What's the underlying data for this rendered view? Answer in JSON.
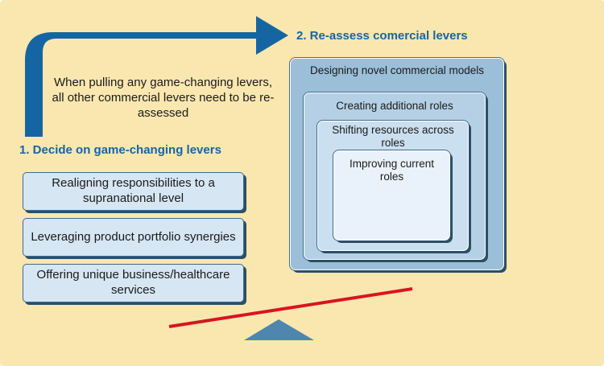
{
  "background_color": "#fae7af",
  "accent_color": "#1565a3",
  "note": "When pulling any game-changing levers, all other commercial levers need to be re-assessed",
  "step1": {
    "heading": "1. Decide on game-changing levers",
    "levers": [
      "Realigning responsibilities to a supranational level",
      "Leveraging product portfolio synergies",
      "Offering unique business/healthcare services"
    ]
  },
  "step2": {
    "heading": "2. Re-assess comercial levers",
    "nested_levers": [
      "Designing novel commercial models",
      "Creating additional roles",
      "Shifting resources across roles",
      "Improving current roles"
    ]
  },
  "colors": {
    "arrow": "#1565a3",
    "seesaw_beam": "#d9141e",
    "fulcrum": "#4f86ad",
    "nest_fills": [
      "#9bbfd8",
      "#b5d0e5",
      "#cadff0",
      "#e9f2fa"
    ]
  }
}
